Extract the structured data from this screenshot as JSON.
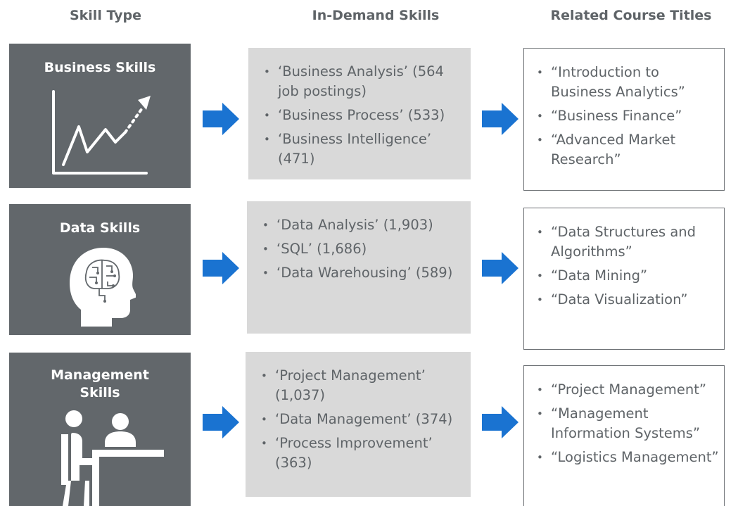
{
  "headers": {
    "skill_type": "Skill Type",
    "in_demand": "In-Demand Skills",
    "courses": "Related Course Titles"
  },
  "rows": [
    {
      "title": "Business Skills",
      "icon": "chart-growth-icon",
      "skills": [
        "‘Business Analysis’ (564 job postings)",
        "‘Business Process’ (533)",
        "‘Business Intelligence’ (471)"
      ],
      "courses": [
        "“Introduction to Business Analytics”",
        "“Business Finance”",
        "“Advanced Market Research”"
      ]
    },
    {
      "title": "Data Skills",
      "icon": "head-circuit-brain-icon",
      "skills": [
        "‘Data Analysis’ (1,903)",
        "‘SQL’ (1,686)",
        "‘Data Warehousing’ (589)"
      ],
      "courses": [
        "“Data Structures and Algorithms”",
        "“Data Mining”",
        "“Data Visualization”"
      ]
    },
    {
      "title": "Management Skills",
      "icon": "meeting-people-icon",
      "skills": [
        "‘Project Management’ (1,037)",
        "‘Data Management’ (374)",
        "‘Process Improvement’ (363)"
      ],
      "courses": [
        "“Project Management”",
        "“Management Information Systems”",
        "“Logistics Management”"
      ]
    }
  ],
  "colors": {
    "type_box": "#62676b",
    "skills_box": "#d9d9d9",
    "arrow": "#1a73d1",
    "text": "#5f6468"
  }
}
